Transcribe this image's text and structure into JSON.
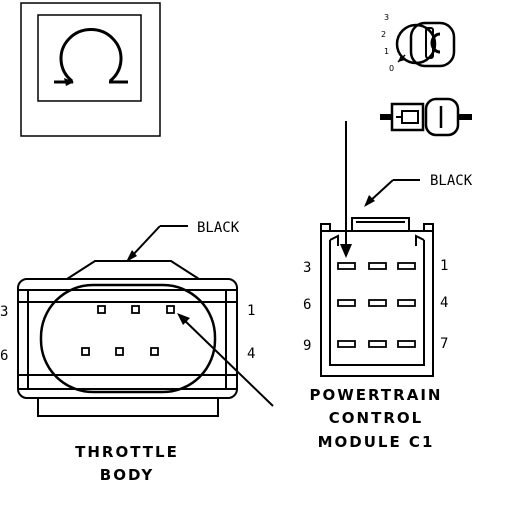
{
  "legend_box": {
    "symbol": "omega-icon"
  },
  "key_icon": {
    "positions": [
      "3",
      "2",
      "1",
      "0"
    ]
  },
  "throttle_body": {
    "color_label": "BLACK",
    "pin_labels": {
      "top_left": "3",
      "top_right": "1",
      "bottom_left": "6",
      "bottom_right": "4"
    },
    "title_line1": "THROTTLE",
    "title_line2": "BODY"
  },
  "pcm_c1": {
    "color_label": "BLACK",
    "pin_labels": {
      "row1_left": "3",
      "row1_right": "1",
      "row2_left": "6",
      "row2_right": "4",
      "row3_left": "9",
      "row3_right": "7"
    },
    "title_line1": "POWERTRAIN",
    "title_line2": "CONTROL",
    "title_line3": "MODULE C1"
  }
}
